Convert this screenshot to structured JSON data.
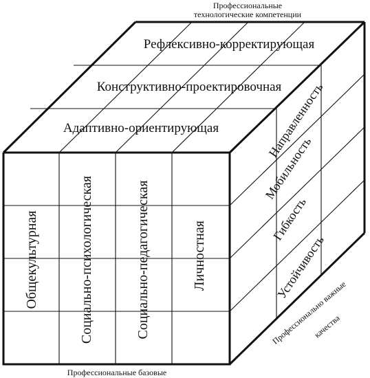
{
  "labels": {
    "top_axis_line1": "Профессиональные",
    "top_axis_line2": "технологические компетенции",
    "bottom_axis": "Профессиональные базовые",
    "side_axis_line1": "Профессионально важные",
    "side_axis_line2": "качества"
  },
  "top_layers": [
    "Адаптивно-ориентирующая",
    "Конструктивно-проектировочная",
    "Рефлексивно-корректирующая"
  ],
  "front_columns": [
    "Общекультурная",
    "Социально-психологическая",
    "Социально-педагогическая",
    "Личностная"
  ],
  "side_rows": [
    "Направленность",
    "Мобильность",
    "Гибкость",
    "Устойчивость"
  ],
  "colors": {
    "ink": "#111111",
    "background": "#ffffff"
  }
}
